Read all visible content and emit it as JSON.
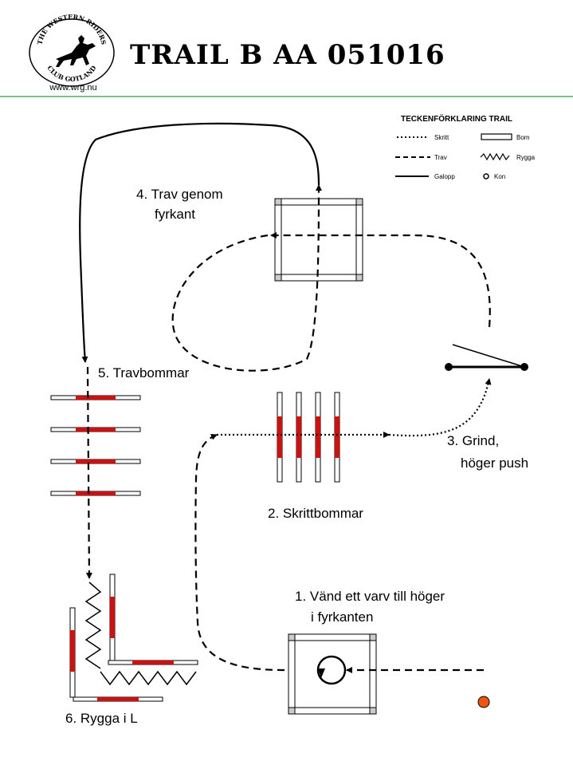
{
  "header": {
    "logo_text_top": "THE WESTERN RIDERS",
    "logo_text_bottom": "CLUB GOTLAND",
    "website": "www.wrg.nu",
    "title": "TRAIL B AA 051016",
    "divider_color": "#2e9e3a"
  },
  "legend": {
    "title": "TECKENFÖRKLARING TRAIL",
    "items": [
      {
        "label": "Skritt",
        "style": "dotted"
      },
      {
        "label": "Trav",
        "style": "dashed"
      },
      {
        "label": "Galopp",
        "style": "solid"
      },
      {
        "label": "Bom",
        "style": "pole"
      },
      {
        "label": "Rygga",
        "style": "zigzag"
      },
      {
        "label": "Kon",
        "style": "cone"
      }
    ]
  },
  "obstacles": {
    "o1_line1": "1. Vänd ett varv till höger",
    "o1_line2": "i fyrkanten",
    "o2": "2. Skrittbommar",
    "o3_line1": "3. Grind,",
    "o3_line2": "höger push",
    "o4_line1": "4. Trav genom",
    "o4_line2": "fyrkant",
    "o5": "5. Travbommar",
    "o6": "6. Rygga i L"
  },
  "colors": {
    "pole_red": "#cc1111",
    "pole_end": "#cccccc",
    "cone": "#ee5511"
  }
}
